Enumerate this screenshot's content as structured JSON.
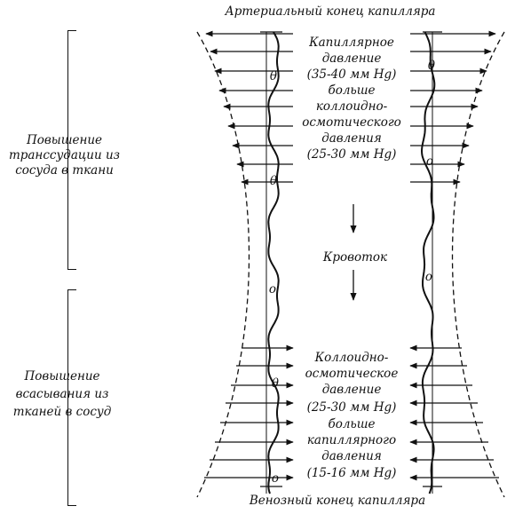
{
  "header": {
    "top_caption": "Артериальный конец капилляра",
    "bottom_caption": "Венозный конец капилляра"
  },
  "left": {
    "upper_label": [
      "Повышение",
      "транссудации из",
      "сосуда в ткани"
    ],
    "lower_label": [
      "Повышение",
      "всасывания из",
      "тканей в сосуд"
    ]
  },
  "center": {
    "upper_text": [
      "Капиллярное",
      "давление",
      "(35-40 мм Hg)",
      "больше",
      "коллоидно-",
      "осмотического",
      "давления",
      "(25-30 мм Hg)"
    ],
    "flow_label": "Кровоток",
    "lower_text": [
      "Коллоидно-",
      "осмотическое",
      "давление",
      "(25-30 мм Hg)",
      "больше",
      "капиллярного",
      "давления",
      "(15-16 мм Hg)"
    ]
  },
  "cell_marks": [
    "θ",
    "o",
    "θ",
    "θ",
    "o",
    "θ",
    "o",
    "o"
  ],
  "colors": {
    "ink": "#111111",
    "paper": "#ffffff"
  }
}
